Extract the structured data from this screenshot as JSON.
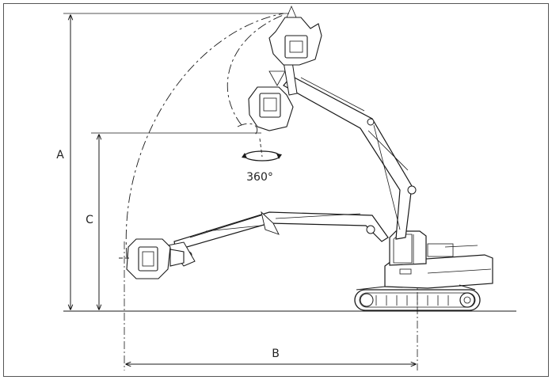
{
  "labels": {
    "a": "A",
    "b": "B",
    "c": "C",
    "rotation": "360°"
  },
  "colors": {
    "ink": "#1a1a1a",
    "border": "#555555",
    "background": "#ffffff"
  }
}
